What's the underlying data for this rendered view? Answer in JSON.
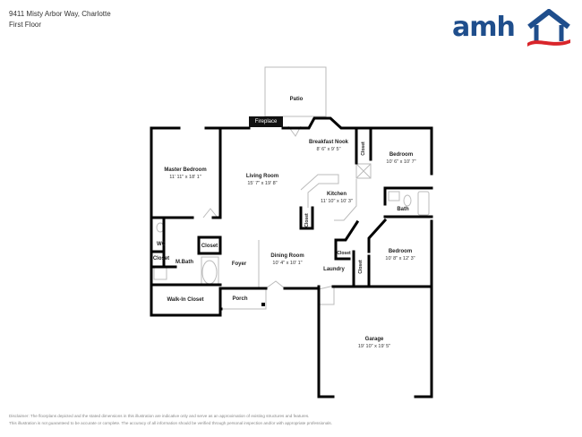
{
  "header": {
    "address": "9411 Misty Arbor Way, Charlotte",
    "floor": "First Floor"
  },
  "logo": {
    "text": "amh",
    "colors": {
      "primary": "#1f4e8c",
      "accent": "#d9252a"
    }
  },
  "rooms": {
    "patio": {
      "name": "Patio"
    },
    "fireplace": {
      "name": "Fireplace"
    },
    "breakfast_nook": {
      "name": "Breakfast Nook",
      "dims": "8' 6\" x 9' 5\""
    },
    "bedroom_upper": {
      "name": "Bedroom",
      "dims": "10' 6\" x 10' 7\""
    },
    "closet_upper": {
      "name": "Closet"
    },
    "master_bedroom": {
      "name": "Master Bedroom",
      "dims": "11' 11\" x 18' 1\""
    },
    "living_room": {
      "name": "Living Room",
      "dims": "15' 7\" x 19' 8\""
    },
    "kitchen": {
      "name": "Kitchen",
      "dims": "11' 10\" x 10' 3\""
    },
    "kitchen_closet": {
      "name": "Closet"
    },
    "bath": {
      "name": "Bath"
    },
    "wc": {
      "name": "WC"
    },
    "closet_mbath_left": {
      "name": "Closet"
    },
    "closet_mbath_right": {
      "name": "Closet"
    },
    "mbath": {
      "name": "M.Bath"
    },
    "foyer": {
      "name": "Foyer"
    },
    "dining_room": {
      "name": "Dining Room",
      "dims": "10' 4\" x 10' 1\""
    },
    "laundry": {
      "name": "Laundry"
    },
    "laundry_closet": {
      "name": "Closet"
    },
    "bedroom_lower": {
      "name": "Bedroom",
      "dims": "10' 8\" x 12' 3\""
    },
    "closet_lower": {
      "name": "Closet"
    },
    "walk_in_closet": {
      "name": "Walk-In Closet"
    },
    "porch": {
      "name": "Porch"
    },
    "garage": {
      "name": "Garage",
      "dims": "19' 10\" x 19' 5\""
    }
  },
  "disclaimer": {
    "line1": "Disclaimer: The floorplans depicted and the stated dimensions in this illustration are indicative only and serve as an approximation of existing structures and features.",
    "line2": "This illustration is not guaranteed to be accurate or complete. The accuracy of all information should be verified through personal inspection and/or with appropriate professionals."
  }
}
